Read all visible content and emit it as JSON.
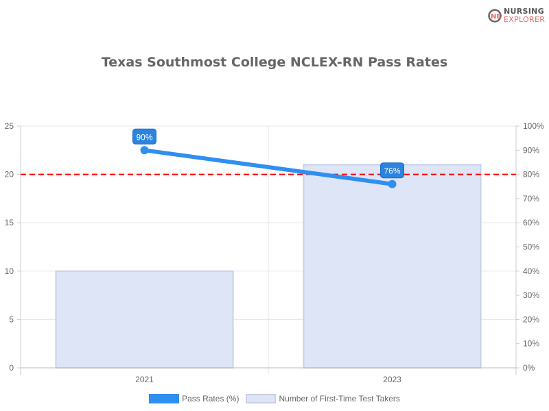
{
  "logo": {
    "line1": "NURSING",
    "line2": "EXPLORER"
  },
  "chart_data": {
    "type": "bar",
    "title": "Texas Southmost College NCLEX-RN Pass Rates",
    "categories": [
      "2021",
      "2023"
    ],
    "series": [
      {
        "name": "Pass Rates (%)",
        "type": "line",
        "axis": "right",
        "values": [
          90,
          76
        ],
        "labels": [
          "90%",
          "76%"
        ],
        "color": "#2f8ff0"
      },
      {
        "name": "Number of First-Time Test Takers",
        "type": "bar",
        "axis": "left",
        "values": [
          10,
          21
        ],
        "color": "#dde5f7"
      }
    ],
    "y_left": {
      "min": 0,
      "max": 25,
      "ticks": [
        "0",
        "5",
        "10",
        "15",
        "20",
        "25"
      ]
    },
    "y_right": {
      "min": 0,
      "max": 100,
      "ticks": [
        "0%",
        "10%",
        "20%",
        "30%",
        "40%",
        "50%",
        "60%",
        "70%",
        "80%",
        "90%",
        "100%"
      ]
    },
    "reference_line": {
      "axis": "right",
      "value": 80,
      "color": "#ff0000",
      "style": "dashed"
    },
    "grid": true,
    "legend": "bottom"
  }
}
